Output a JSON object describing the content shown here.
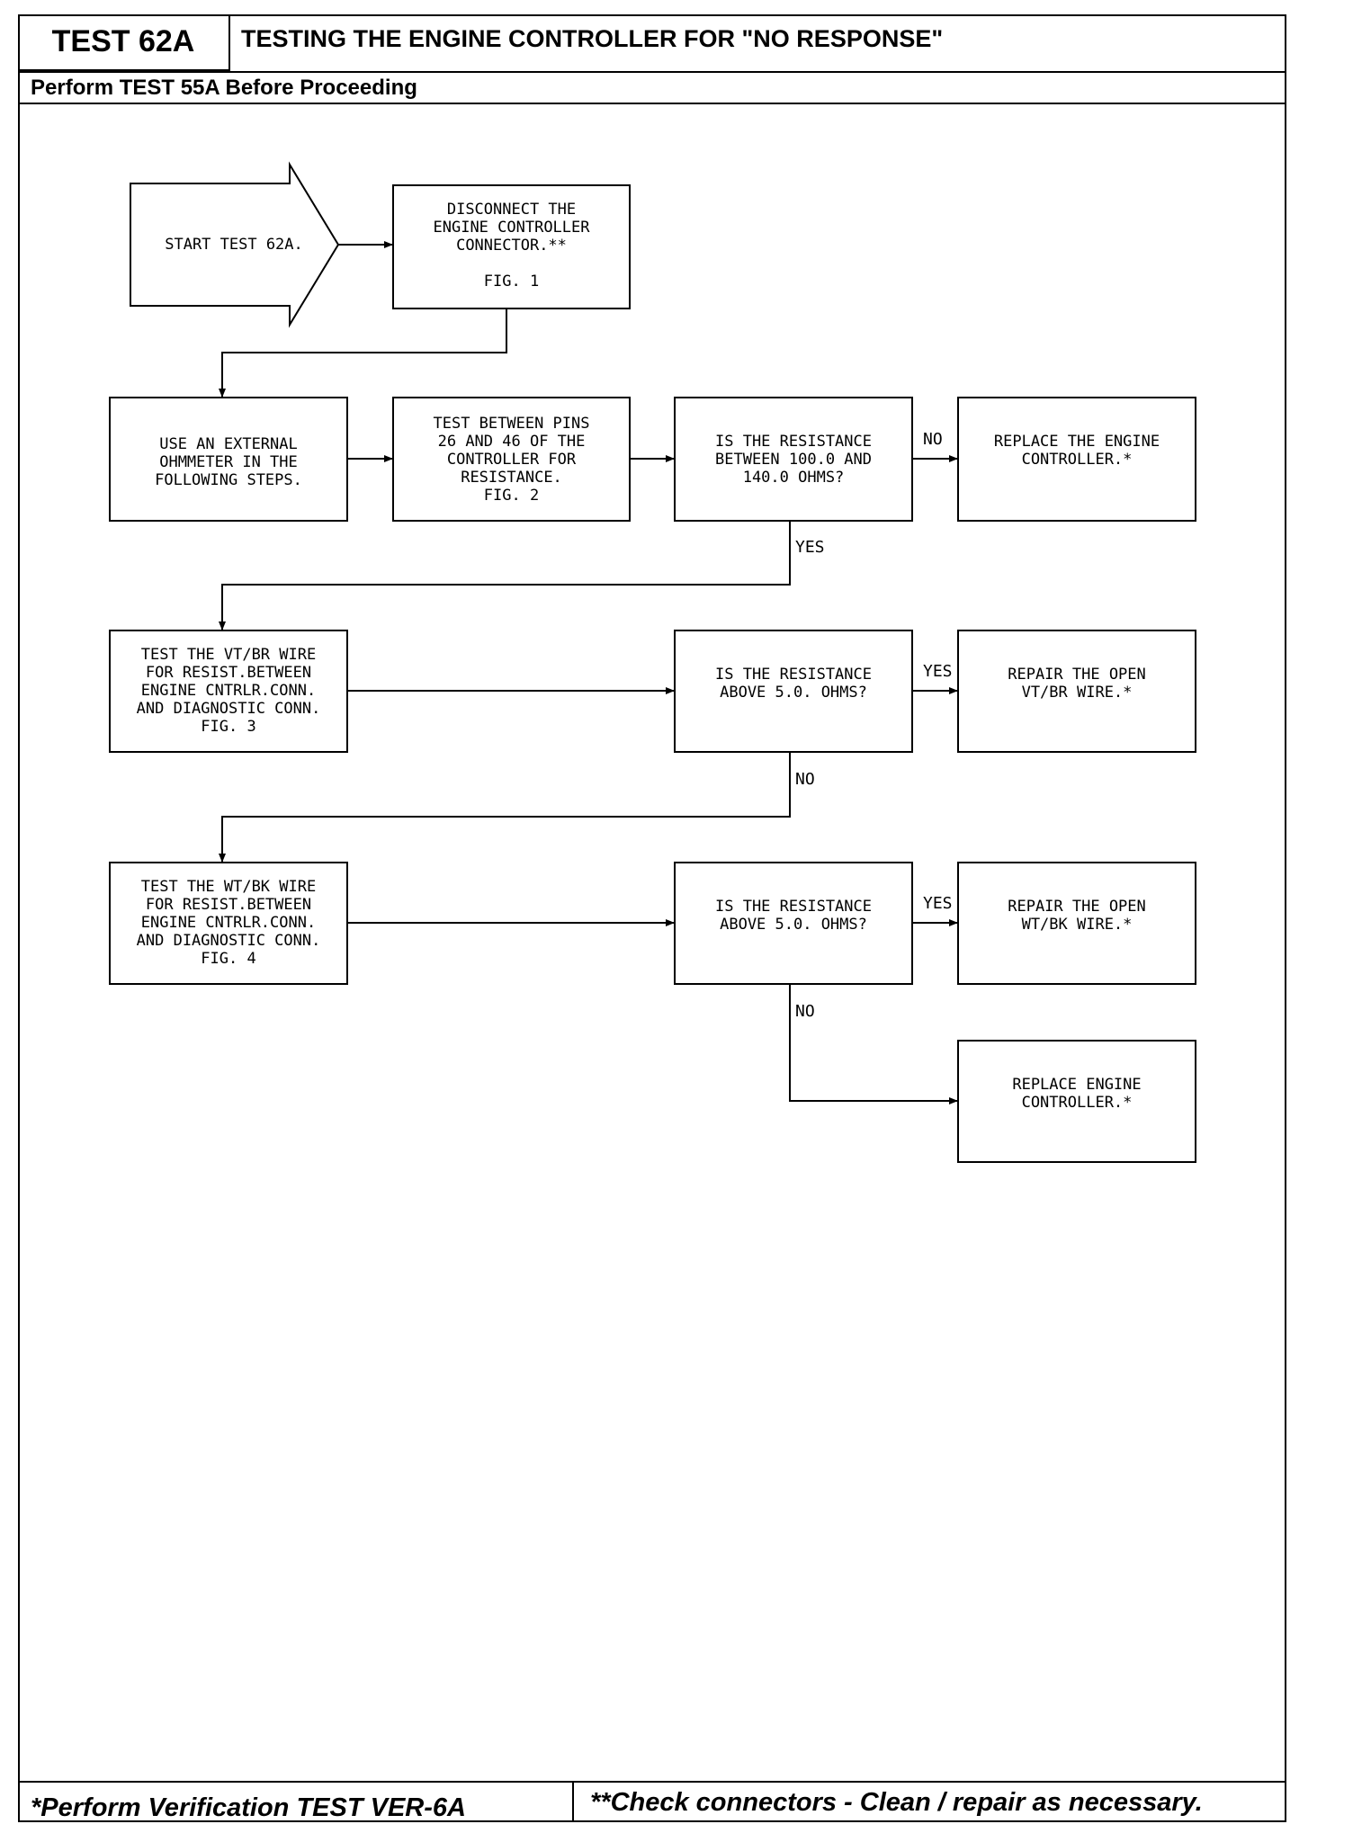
{
  "header": {
    "test_id": "TEST 62A",
    "title": "TESTING THE ENGINE CONTROLLER FOR \"NO RESPONSE\"",
    "prerequisite": "Perform TEST 55A Before Proceeding"
  },
  "flowchart": {
    "start": "START TEST 62A.",
    "disconnect": "DISCONNECT THE\nENGINE CONTROLLER\nCONNECTOR.**\n\nFIG. 1",
    "ohmmeter": "USE AN EXTERNAL\nOHMMETER IN THE\nFOLLOWING STEPS.",
    "test_pins": "TEST BETWEEN PINS\n26 AND 46 OF THE\nCONTROLLER FOR\nRESISTANCE.\nFIG. 2",
    "q_resistance_range": "IS THE RESISTANCE\nBETWEEN 100.0 AND\n140.0 OHMS?",
    "replace_controller_1": "REPLACE THE ENGINE\nCONTROLLER.*",
    "test_vt_br": "TEST THE VT/BR WIRE\nFOR RESIST.BETWEEN\nENGINE CNTRLR.CONN.\nAND DIAGNOSTIC CONN.\nFIG. 3",
    "q_above_5_1": "IS THE RESISTANCE\nABOVE 5.0. OHMS?",
    "repair_vt_br": "REPAIR THE OPEN\nVT/BR WIRE.*",
    "test_wt_bk": "TEST THE WT/BK WIRE\nFOR RESIST.BETWEEN\nENGINE CNTRLR.CONN.\nAND DIAGNOSTIC CONN.\nFIG. 4",
    "q_above_5_2": "IS THE RESISTANCE\nABOVE 5.0. OHMS?",
    "repair_wt_bk": "REPAIR THE OPEN\nWT/BK WIRE.*",
    "replace_controller_2": "REPLACE ENGINE\nCONTROLLER.*",
    "labels": {
      "no_1": "NO",
      "yes_1": "YES",
      "yes_2": "YES",
      "no_2": "NO",
      "yes_3": "YES",
      "no_3": "NO"
    }
  },
  "footer": {
    "left": "*Perform Verification TEST VER-6A",
    "right": "**Check connectors - Clean / repair as necessary."
  }
}
